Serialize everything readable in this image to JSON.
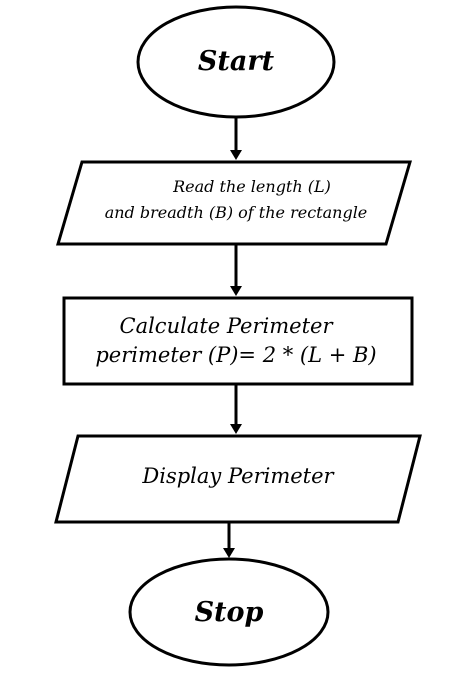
{
  "flowchart": {
    "start": {
      "label": "Start"
    },
    "input": {
      "line1": "Read the length (L)",
      "line2": "and breadth (B) of the rectangle"
    },
    "process": {
      "line1": "Calculate Perimeter",
      "line2": "perimeter (P)= 2 * (L + B)"
    },
    "output": {
      "label": "Display Perimeter"
    },
    "stop": {
      "label": "Stop"
    }
  }
}
